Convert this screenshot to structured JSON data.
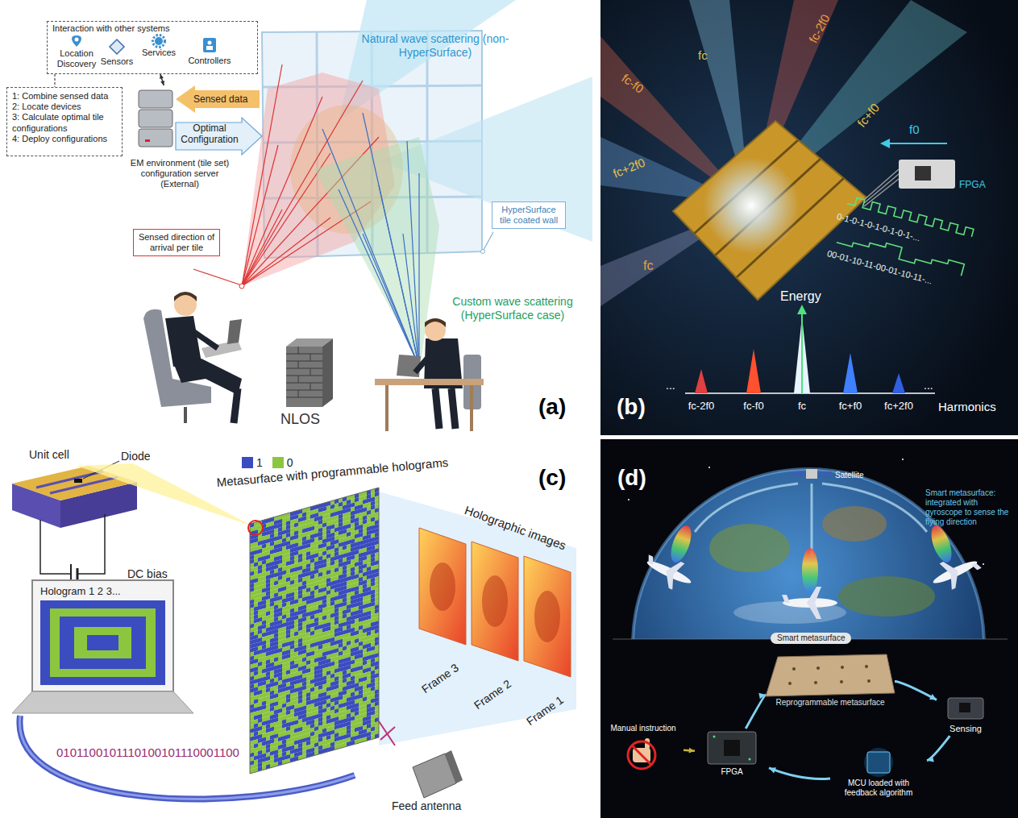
{
  "diagram": {
    "nodes": [
      {
        "text": [
          "Interaction with other systems"
        ]
      },
      {
        "text": [
          "1: Combine sensed data",
          "2: Locate devices",
          "3: Calculate optimal tile configurations",
          "4: Deploy configurations"
        ]
      },
      {
        "text": [
          "EM environment (tile set) configuration server (External)"
        ]
      },
      {
        "text": [
          "HyperSurface tile coated wall"
        ]
      },
      {
        "text": [
          "Sensed direction of arrival per tile"
        ]
      },
      {
        "text": [
          "Reprogrammable metasurface"
        ]
      },
      {
        "text": [
          "Sensing"
        ]
      },
      {
        "text": [
          "MCU loaded with feedback algorithm"
        ]
      },
      {
        "text": [
          "FPGA"
        ]
      },
      {
        "text": [
          "Manual instruction"
        ]
      }
    ],
    "edges": [
      {
        "from": 0,
        "to": 2,
        "arrow": "both"
      },
      {
        "from": 5,
        "to": 6,
        "arrow": "to"
      },
      {
        "from": 6,
        "to": 7,
        "arrow": "to"
      },
      {
        "from": 7,
        "to": 8,
        "arrow": "to"
      },
      {
        "from": 8,
        "to": 5,
        "arrow": "to"
      },
      {
        "from": 9,
        "to": 8,
        "arrow": "to"
      }
    ],
    "labels": [
      "Location Discovery",
      "Sensors",
      "Services",
      "Controllers",
      "Sensed data",
      "Optimal Configuration",
      "Natural wave scattering (non-HyperSurface)",
      "Custom wave scattering (HyperSurface case)",
      "NLOS",
      "(a)",
      "fc",
      "fc-2f0",
      "fc+f0",
      "fc-f0",
      "fc+2f0",
      "fc",
      "f0",
      "FPGA",
      "0-1-0-1-0-1-0-1-0-1-...",
      "00-01-10-11-00-01-10-11-...",
      "Energy",
      "...",
      "fc-2f0",
      "fc-f0",
      "fc",
      "fc+f0",
      "fc+2f0",
      "...",
      "Harmonics",
      "(b)",
      "Unit cell",
      "Diode",
      "DC bias",
      "Metasurface with programmable holograms",
      "Holographic images",
      "Frame 3",
      "Frame 2",
      "Frame 1",
      "Hologram 1 2 3...",
      "0101100101110100101110001100",
      "Feed antenna",
      "(c)",
      "Satellite",
      "Smart metasurface: integrated with gyroscope to sense the flying direction",
      "Smart metasurface",
      "(d)"
    ],
    "legend": [
      {
        "text": "1",
        "color": "#3b4cc0"
      },
      {
        "text": "0",
        "color": "#8cc63f"
      }
    ]
  }
}
